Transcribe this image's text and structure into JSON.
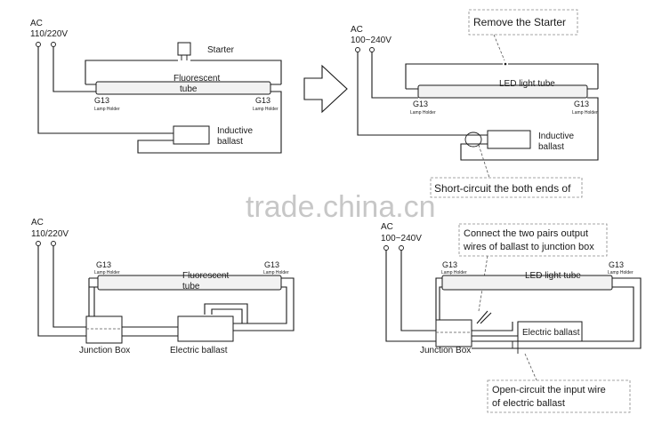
{
  "diagram1": {
    "ac_label": "AC",
    "voltage": "110/220V",
    "starter_label": "Starter",
    "tube_label_line1": "Fluorescent",
    "tube_label_line2": "tube",
    "left_holder": "G13",
    "left_holder_sub": "Lamp Holder",
    "right_holder": "G13",
    "right_holder_sub": "Lamp Holder",
    "ballast_line1": "Inductive",
    "ballast_line2": "ballast"
  },
  "diagram2": {
    "callout_top": "Remove the Starter",
    "ac_label": "AC",
    "voltage": "100~240V",
    "tube_label": "LED light tube",
    "left_holder": "G13",
    "left_holder_sub": "Lamp Holder",
    "right_holder": "G13",
    "right_holder_sub": "Lamp Holder",
    "ballast_line1": "Inductive",
    "ballast_line2": "ballast",
    "callout_bottom": "Short-circuit the both ends of"
  },
  "diagram3": {
    "ac_label": "AC",
    "voltage": "110/220V",
    "left_holder": "G13",
    "left_holder_sub": "Lamp Holder",
    "right_holder": "G13",
    "right_holder_sub": "Lamp Holder",
    "tube_label_line1": "Fluorescent",
    "tube_label_line2": "tube",
    "junction_label": "Junction Box",
    "ballast_label": "Electric ballast"
  },
  "diagram4": {
    "callout_top_line1": "Connect the two pairs output",
    "callout_top_line2": "wires of ballast to junction box",
    "ac_label": "AC",
    "voltage": "100~240V",
    "left_holder": "G13",
    "left_holder_sub": "Lamp Holder",
    "right_holder": "G13",
    "right_holder_sub": "Lamp Holder",
    "tube_label": "LED light tube",
    "ballast_label": "Electric ballast",
    "junction_label": "Junction Box",
    "callout_bottom_line1": "Open-circuit the input wire",
    "callout_bottom_line2": "of electric ballast"
  },
  "watermark": "trade.china.cn",
  "colors": {
    "line": "#1a1a1a",
    "watermark": "#9a9a9a",
    "tube_fill": "#f2f2f2"
  }
}
